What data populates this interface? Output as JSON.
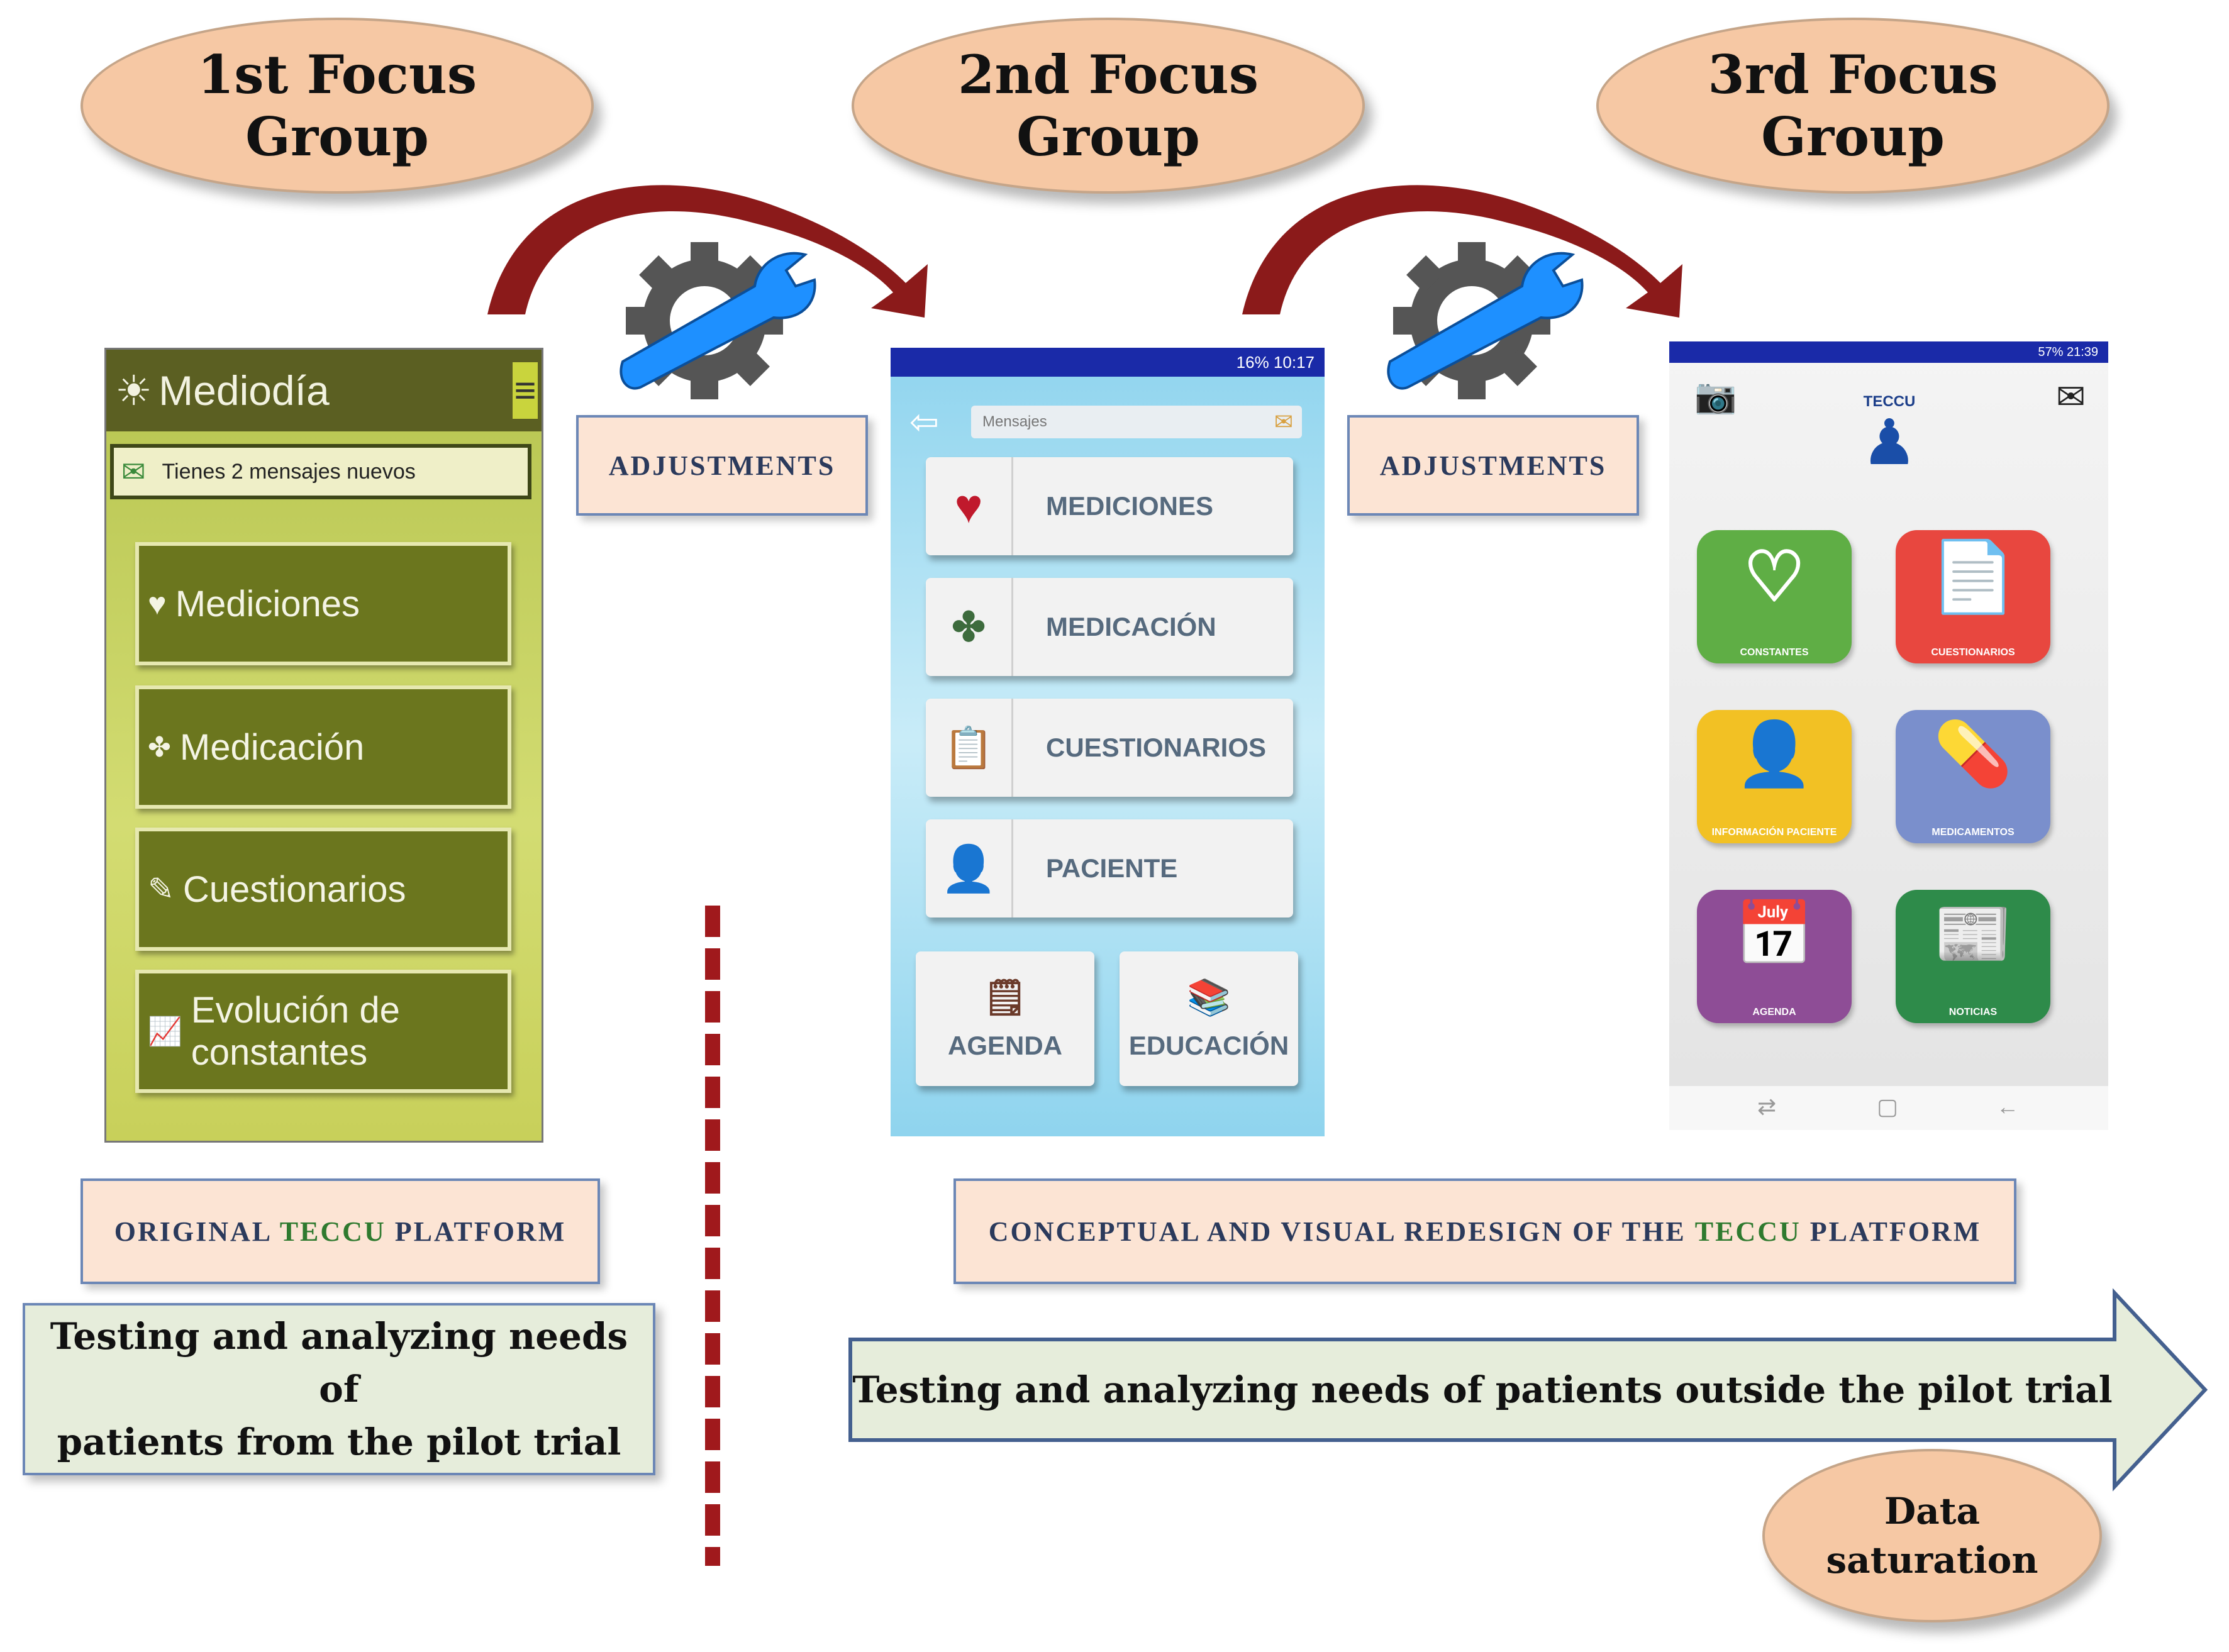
{
  "focus_groups": [
    {
      "label": "1st Focus\nGroup"
    },
    {
      "label": "2nd Focus\nGroup"
    },
    {
      "label": "3rd Focus\nGroup"
    }
  ],
  "adjustments": [
    "ADJUSTMENTS",
    "ADJUSTMENTS"
  ],
  "phone1": {
    "title": "Mediodía",
    "message": "Tienes 2 mensajes nuevos",
    "buttons": [
      "Mediciones",
      "Medicación",
      "Cuestionarios",
      "Evolución de constantes"
    ]
  },
  "phone2": {
    "status_text": "16%  10:17",
    "search_placeholder": "Mensajes",
    "cards": [
      "MEDICIONES",
      "MEDICACIÓN",
      "CUESTIONARIOS",
      "PACIENTE"
    ],
    "small_cards": [
      "AGENDA",
      "EDUCACIÓN"
    ]
  },
  "phone3": {
    "brand": "TECCU",
    "status_text": "57%  21:39",
    "tiles": [
      {
        "label": "CONSTANTES",
        "color": "#5fae45"
      },
      {
        "label": "CUESTIONARIOS",
        "color": "#e8473f"
      },
      {
        "label": "INFORMACIÓN PACIENTE",
        "color": "#f2c124"
      },
      {
        "label": "MEDICAMENTOS",
        "color": "#7a8fcc"
      },
      {
        "label": "AGENDA",
        "color": "#8e4d96"
      },
      {
        "label": "NOTICIAS",
        "color": "#2e8b4a"
      }
    ]
  },
  "caption_left": {
    "pre": "ORIGINAL ",
    "brand": "TECCU",
    "post": " PLATFORM"
  },
  "caption_right": {
    "pre": "CONCEPTUAL AND VISUAL REDESIGN OF THE ",
    "brand": "TECCU",
    "post": " PLATFORM"
  },
  "testing_left": "Testing and analyzing needs of\npatients from the pilot trial",
  "testing_right": "Testing and analyzing needs of patients outside the pilot trial",
  "data_saturation": "Data\nsaturation",
  "colors": {
    "oval": "#f6c8a4",
    "curve_arrow": "#8b1a1a",
    "dashed_line": "#a0191c",
    "wrench": "#1e90ff",
    "gear": "#555555"
  }
}
